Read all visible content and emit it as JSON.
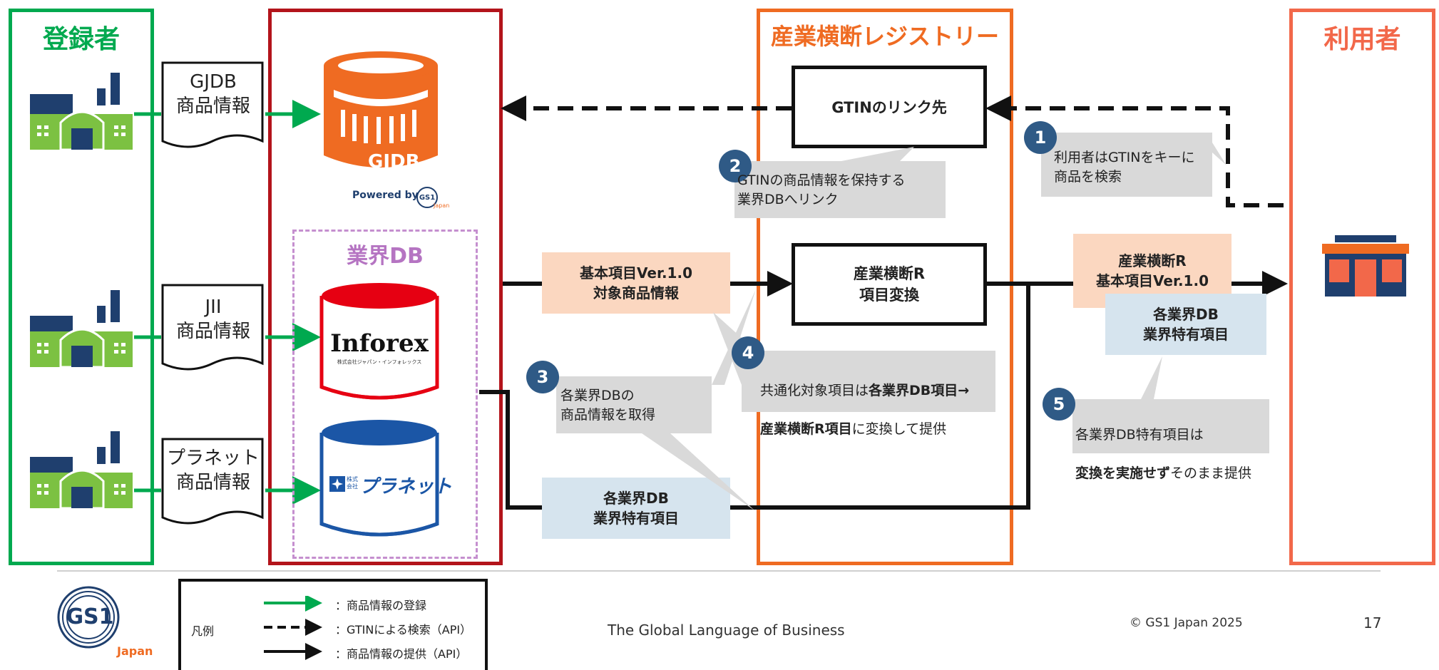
{
  "columns": {
    "registrant": "登録者",
    "registry": "産業横断レジストリー",
    "user": "利用者"
  },
  "docs": [
    {
      "label": "GJDB\n商品情報"
    },
    {
      "label": "JII\n商品情報"
    },
    {
      "label": "プラネット\n商品情報"
    }
  ],
  "databases": {
    "gjdb_label": "GJDB",
    "gjdb_powered": "Powered by",
    "gs1_small": "GS1",
    "gs1_small_japan": "Japan",
    "industry_db_title": "業界DB",
    "inforex": "Inforex",
    "inforex_sub": "株式会社ジャパン・インフォレックス",
    "planet_prefix": "株式会社",
    "planet": "プラネット"
  },
  "registry_boxes": {
    "gtin_link": "GTINのリンク先",
    "conversion": "産業横断R\n項目変換"
  },
  "flow_labels": {
    "basic_items": "基本項目Ver.1.0\n対象商品情報",
    "industry_specific_left": "各業界DB\n業界特有項目",
    "registry_basic": "産業横断R\n基本項目Ver.1.0",
    "industry_specific_right": "各業界DB\n業界特有項目"
  },
  "callouts": [
    {
      "num": "1",
      "text": "利用者はGTINをキーに\n商品を検索"
    },
    {
      "num": "2",
      "text": "GTINの商品情報を保持する\n業界DBへリンク"
    },
    {
      "num": "3",
      "text": "各業界DBの\n商品情報を取得"
    },
    {
      "num": "4",
      "text_a": "共通化対象項目は",
      "text_b": "各業界DB項目→",
      "text_c": "産業横断R項目",
      "text_d": "に変換して提供"
    },
    {
      "num": "5",
      "text_a": "各業界DB特有項目は",
      "text_b": "変換を実施せず",
      "text_c": "そのまま提供"
    }
  ],
  "legend": {
    "title": "凡例",
    "items": [
      {
        "label": "：商品情報の登録"
      },
      {
        "label": "：GTINによる検索（API）"
      },
      {
        "label": "：商品情報の提供（API）"
      }
    ]
  },
  "footer": {
    "logo_text": "GS1",
    "logo_sub": "Japan",
    "tagline": "The Global Language of Business",
    "copyright": "© GS1 Japan 2025",
    "page_number": "17"
  },
  "colors": {
    "green": "#00a94f",
    "darkred": "#b3141b",
    "orange": "#ef6b22",
    "coral": "#f2684a",
    "pink_dash": "#c58fcf",
    "industry_db_text": "#b574c2",
    "peach": "#fbd7c0",
    "lightblue": "#d6e4ee",
    "callout_gray": "#d9d9d9",
    "badge": "#2f5a86"
  }
}
